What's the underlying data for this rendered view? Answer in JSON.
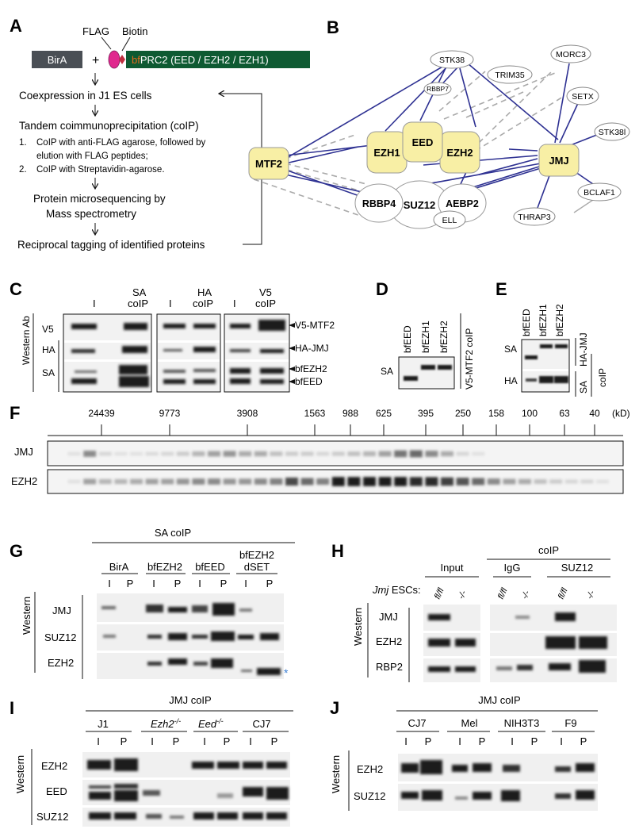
{
  "panels": {
    "A": {
      "letter": "A",
      "birA": "BirA",
      "plus": "+",
      "flag": "FLAG",
      "biotin": "Biotin",
      "construct_prefix": "bf",
      "construct_text": "PRC2 (EED / EZH2 / EZH1)",
      "steps": [
        "Coexpression in J1 ES cells",
        "Tandem coimmunoprecipitation (coIP)",
        "1.",
        "CoIP with anti-FLAG agarose, followed by",
        "elution with FLAG peptides;",
        "2.",
        "CoIP with Streptavidin-agarose.",
        "Protein microsequencing by",
        "Mass spectrometry",
        "Reciprocal tagging of identified proteins"
      ]
    },
    "B": {
      "letter": "B",
      "nodes": {
        "MTF2": "MTF2",
        "EZH1": "EZH1",
        "EED": "EED",
        "EZH2": "EZH2",
        "JMJ": "JMJ",
        "RBBP4": "RBBP4",
        "SUZ12": "SUZ12",
        "AEBP2": "AEBP2",
        "STK38": "STK38",
        "TRIM35": "TRIM35",
        "RBBP7": "RBBP7",
        "MORC3": "MORC3",
        "SETX": "SETX",
        "STK38l": "STK38l",
        "BCLAF1": "BCLAF1",
        "THRAP3": "THRAP3",
        "ELL": "ELL"
      },
      "colors": {
        "core_fill": "#f8efa5",
        "edge": "#2e3192",
        "dashed": "#aaaaaa"
      }
    },
    "C": {
      "letter": "C",
      "side_label": "Western Ab",
      "row_labels": [
        "V5",
        "HA",
        "SA"
      ],
      "groups": [
        {
          "lane1": "I",
          "lane2": "SA",
          "lane2b": "coIP"
        },
        {
          "lane1": "I",
          "lane2": "HA",
          "lane2b": "coIP"
        },
        {
          "lane1": "I",
          "lane2": "V5",
          "lane2b": "coIP"
        }
      ],
      "arrows": [
        "V5-MTF2",
        "HA-JMJ",
        "bfEZH2",
        "bfEED"
      ]
    },
    "D": {
      "letter": "D",
      "lanes": [
        "bfEED",
        "bfEZH1",
        "bfEZH2"
      ],
      "row": "SA",
      "side": "V5-MTF2 coIP"
    },
    "E": {
      "letter": "E",
      "lanes": [
        "bfEED",
        "bfEZH1",
        "bfEZH2"
      ],
      "rows": [
        "SA",
        "HA"
      ],
      "side1": "HA-JMJ",
      "side2": "SA",
      "side3": "coIP"
    },
    "F": {
      "letter": "F",
      "ticks": [
        "24439",
        "9773",
        "3908",
        "1563",
        "988",
        "625",
        "395",
        "250",
        "158",
        "100",
        "63",
        "40"
      ],
      "unit": "(kD)",
      "rows": [
        "JMJ",
        "EZH2"
      ],
      "jmj_intensity": [
        0,
        0.05,
        0.45,
        0.1,
        0.05,
        0.05,
        0.08,
        0.1,
        0.15,
        0.25,
        0.35,
        0.4,
        0.3,
        0.3,
        0.2,
        0.15,
        0.15,
        0.1,
        0.15,
        0.2,
        0.25,
        0.35,
        0.55,
        0.6,
        0.45,
        0.3,
        0.1,
        0.05,
        0,
        0,
        0,
        0,
        0,
        0,
        0,
        0
      ],
      "ezh2_intensity": [
        0,
        0.05,
        0.35,
        0.25,
        0.25,
        0.3,
        0.35,
        0.35,
        0.4,
        0.45,
        0.45,
        0.4,
        0.4,
        0.45,
        0.5,
        0.75,
        0.6,
        0.5,
        0.95,
        0.95,
        0.95,
        0.95,
        0.95,
        0.9,
        0.9,
        0.8,
        0.7,
        0.6,
        0.45,
        0.35,
        0.3,
        0.2,
        0.15,
        0.1,
        0.1,
        0.05
      ]
    },
    "G": {
      "letter": "G",
      "header": "SA coIP",
      "groups": [
        "BirA",
        "bfEZH2",
        "bfEED",
        "bfEZH2",
        "dSET"
      ],
      "lane_I": "I",
      "lane_P": "P",
      "side": "Western",
      "rows": [
        "JMJ",
        "SUZ12",
        "EZH2"
      ],
      "star": "*"
    },
    "H": {
      "letter": "H",
      "input": "Input",
      "coip": "coIP",
      "igg": "IgG",
      "suz12": "SUZ12",
      "jmj": "Jmj",
      "escs": " ESCs:",
      "flfl": "fl/fl",
      "ko": "-/-",
      "side": "Western",
      "rows": [
        "JMJ",
        "EZH2",
        "RBP2"
      ]
    },
    "I": {
      "letter": "I",
      "header": "JMJ coIP",
      "groups": [
        "J1",
        "Ezh2",
        "-/-",
        "Eed",
        "-/-",
        "CJ7"
      ],
      "lane_I": "I",
      "lane_P": "P",
      "side": "Western",
      "rows": [
        "EZH2",
        "EED",
        "SUZ12"
      ]
    },
    "J": {
      "letter": "J",
      "header": "JMJ coIP",
      "groups": [
        "CJ7",
        "Mel",
        "NIH3T3",
        "F9"
      ],
      "lane_I": "I",
      "lane_P": "P",
      "side": "Western",
      "rows": [
        "EZH2",
        "SUZ12"
      ]
    }
  }
}
